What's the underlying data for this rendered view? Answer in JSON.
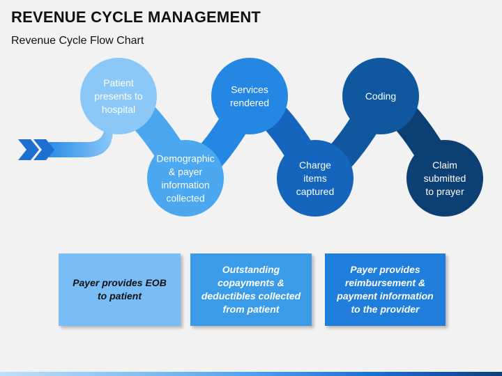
{
  "title": "REVENUE CYCLE MANAGEMENT",
  "subtitle": "Revenue Cycle Flow Chart",
  "steps": [
    {
      "lines": [
        "Patient",
        "presents to",
        "hospital"
      ],
      "color": "#8cc8f7"
    },
    {
      "lines": [
        "Demographic",
        "& payer",
        "information",
        "collected"
      ],
      "color": "#4ba7ef"
    },
    {
      "lines": [
        "Services",
        "rendered"
      ],
      "color": "#2487e3"
    },
    {
      "lines": [
        "Charge",
        "items",
        "captured"
      ],
      "color": "#1565be"
    },
    {
      "lines": [
        "Coding"
      ],
      "color": "#0f579f"
    },
    {
      "lines": [
        "Claim",
        "submitted",
        "to prayer"
      ],
      "color": "#0c3f73"
    }
  ],
  "boxes": [
    {
      "text": "Payer provides EOB\nto patient",
      "color": "#78bdf5"
    },
    {
      "text": "Outstanding\ncopayments &\ndeductibles collected\nfrom patient",
      "color": "#3a9be8"
    },
    {
      "text": "Payer  provides\nreimbursement &\npayment information\nto the provider",
      "color": "#1f7ddc"
    }
  ]
}
